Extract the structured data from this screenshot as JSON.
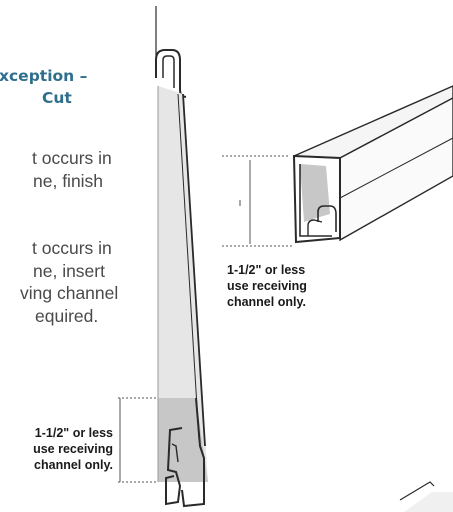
{
  "section": {
    "heading_lines": [
      "xception –",
      "Cut"
    ],
    "body_lines": [
      "t occurs in",
      "ne, finish",
      "t occurs in",
      "ne, insert",
      "ving channel",
      "equired."
    ]
  },
  "callouts": {
    "top_right": [
      "1-1/2\" or less",
      "use receiving",
      "channel only."
    ],
    "bottom_left": [
      "1-1/2\" or less",
      "use receiving",
      "channel only."
    ]
  },
  "colors": {
    "heading": "#2f6f8e",
    "body_text": "#4a4a4a",
    "panel_fill": "#e6e6e6",
    "panel_shadow": "#c7c7c7",
    "outline": "#2a2a2a"
  }
}
